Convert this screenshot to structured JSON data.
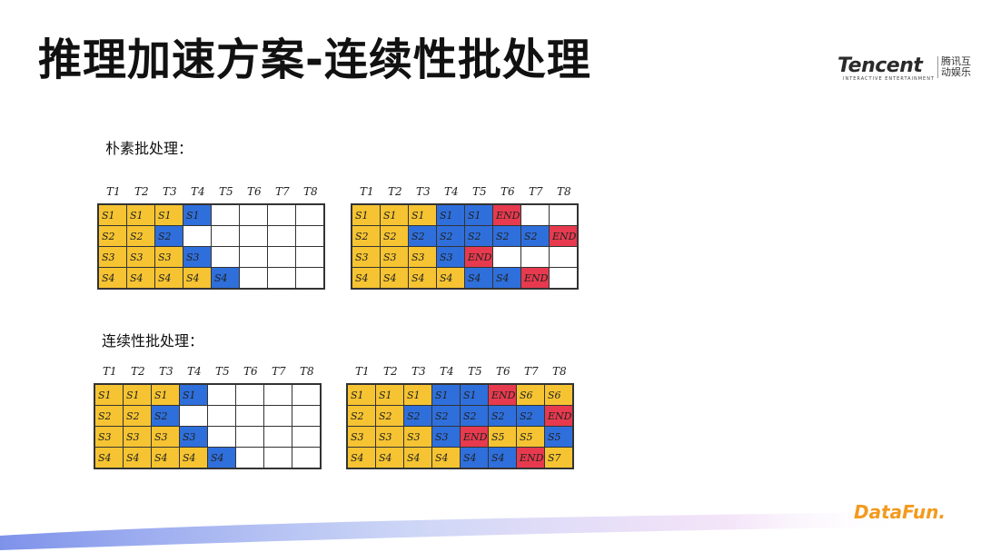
{
  "title": "推理加速方案-连续性批处理",
  "logo": {
    "brand": "Tencent",
    "subtitle": "INTERACTIVE ENTERTAINMENT",
    "cn": "腾讯互动娱乐"
  },
  "sections": {
    "naive": "朴素批处理：",
    "continuous": "连续性批处理："
  },
  "time_labels": [
    "T1",
    "T2",
    "T3",
    "T4",
    "T5",
    "T6",
    "T7",
    "T8"
  ],
  "grids": {
    "naive_left": {
      "colors": [
        [
          "y",
          "y",
          "y",
          "b",
          "w",
          "w",
          "w",
          "w"
        ],
        [
          "y",
          "y",
          "b",
          "w",
          "w",
          "w",
          "w",
          "w"
        ],
        [
          "y",
          "y",
          "y",
          "b",
          "w",
          "w",
          "w",
          "w"
        ],
        [
          "y",
          "y",
          "y",
          "y",
          "b",
          "w",
          "w",
          "w"
        ]
      ],
      "text": [
        [
          "S1",
          "S1",
          "S1",
          "S1",
          "",
          "",
          "",
          ""
        ],
        [
          "S2",
          "S2",
          "S2",
          "",
          "",
          "",
          "",
          ""
        ],
        [
          "S3",
          "S3",
          "S3",
          "S3",
          "",
          "",
          "",
          ""
        ],
        [
          "S4",
          "S4",
          "S4",
          "S4",
          "S4",
          "",
          "",
          ""
        ]
      ]
    },
    "naive_right": {
      "colors": [
        [
          "y",
          "y",
          "y",
          "b",
          "b",
          "r",
          "w",
          "w"
        ],
        [
          "y",
          "y",
          "b",
          "b",
          "b",
          "b",
          "b",
          "r"
        ],
        [
          "y",
          "y",
          "y",
          "b",
          "r",
          "w",
          "w",
          "w"
        ],
        [
          "y",
          "y",
          "y",
          "y",
          "b",
          "b",
          "r",
          "w"
        ]
      ],
      "text": [
        [
          "S1",
          "S1",
          "S1",
          "S1",
          "S1",
          "END",
          "",
          ""
        ],
        [
          "S2",
          "S2",
          "S2",
          "S2",
          "S2",
          "S2",
          "S2",
          "END"
        ],
        [
          "S3",
          "S3",
          "S3",
          "S3",
          "END",
          "",
          "",
          ""
        ],
        [
          "S4",
          "S4",
          "S4",
          "S4",
          "S4",
          "S4",
          "END",
          ""
        ]
      ]
    },
    "cont_left": {
      "colors": [
        [
          "y",
          "y",
          "y",
          "b",
          "w",
          "w",
          "w",
          "w"
        ],
        [
          "y",
          "y",
          "b",
          "w",
          "w",
          "w",
          "w",
          "w"
        ],
        [
          "y",
          "y",
          "y",
          "b",
          "w",
          "w",
          "w",
          "w"
        ],
        [
          "y",
          "y",
          "y",
          "y",
          "b",
          "w",
          "w",
          "w"
        ]
      ],
      "text": [
        [
          "S1",
          "S1",
          "S1",
          "S1",
          "",
          "",
          "",
          ""
        ],
        [
          "S2",
          "S2",
          "S2",
          "",
          "",
          "",
          "",
          ""
        ],
        [
          "S3",
          "S3",
          "S3",
          "S3",
          "",
          "",
          "",
          ""
        ],
        [
          "S4",
          "S4",
          "S4",
          "S4",
          "S4",
          "",
          "",
          ""
        ]
      ]
    },
    "cont_right": {
      "colors": [
        [
          "y",
          "y",
          "y",
          "b",
          "b",
          "r",
          "y",
          "y"
        ],
        [
          "y",
          "y",
          "b",
          "b",
          "b",
          "b",
          "b",
          "r"
        ],
        [
          "y",
          "y",
          "y",
          "b",
          "r",
          "y",
          "y",
          "b"
        ],
        [
          "y",
          "y",
          "y",
          "y",
          "b",
          "b",
          "r",
          "y"
        ]
      ],
      "text": [
        [
          "S1",
          "S1",
          "S1",
          "S1",
          "S1",
          "END",
          "S6",
          "S6"
        ],
        [
          "S2",
          "S2",
          "S2",
          "S2",
          "S2",
          "S2",
          "S2",
          "END"
        ],
        [
          "S3",
          "S3",
          "S3",
          "S3",
          "END",
          "S5",
          "S5",
          "S5"
        ],
        [
          "S4",
          "S4",
          "S4",
          "S4",
          "S4",
          "S4",
          "END",
          "S7"
        ]
      ]
    }
  },
  "footer": {
    "brand": "DataFun."
  },
  "colors": {
    "yellow": "#f6c432",
    "blue": "#2f6fdc",
    "red": "#e73a4e"
  }
}
